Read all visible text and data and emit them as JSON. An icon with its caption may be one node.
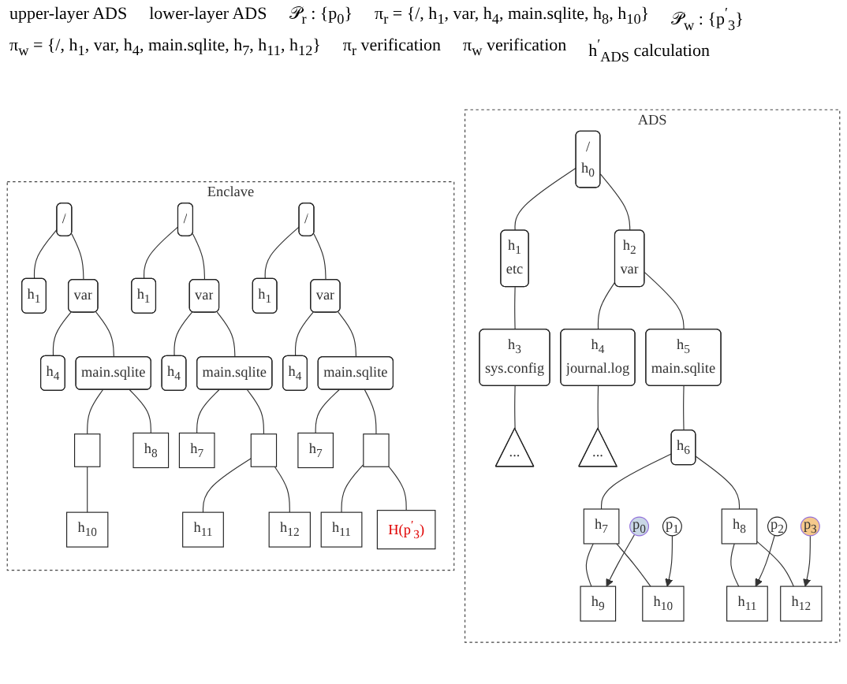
{
  "diagram": {
    "nodes": [
      {
        "text": [
          "ADS"
        ]
      },
      {
        "text": [
          "/",
          "h$_{0}$"
        ],
        "in": 0
      },
      {
        "text": [
          "h$_{1}$",
          "etc"
        ],
        "in": 0
      },
      {
        "text": [
          "h$_{2}$",
          "var"
        ],
        "in": 0
      },
      {
        "text": [
          "h$_{3}$",
          "sys.config"
        ],
        "in": 0
      },
      {
        "text": [
          "h$_{4}$",
          "journal.log"
        ],
        "in": 0
      },
      {
        "text": [
          "h$_{5}$",
          "main.sqlite"
        ],
        "in": 0
      },
      {
        "text": [
          "..."
        ],
        "in": 0
      },
      {
        "text": [
          "..."
        ],
        "in": 0
      },
      {
        "text": [
          "h$_{6}$"
        ],
        "in": 0
      },
      {
        "text": [
          "h$_{7}$"
        ],
        "in": 0
      },
      {
        "text": [
          "h$_{8}$"
        ],
        "in": 0
      },
      {
        "text": [
          "h$_{9}$"
        ],
        "in": 0
      },
      {
        "text": [
          "h$_{10}$"
        ],
        "in": 0
      },
      {
        "text": [
          "h$_{11}$"
        ],
        "in": 0
      },
      {
        "text": [
          "h$_{12}$"
        ],
        "in": 0
      },
      {
        "text": [
          "p$_{0}$"
        ],
        "in": 0
      },
      {
        "text": [
          "p$_{1}$"
        ],
        "in": 0
      },
      {
        "text": [
          "p$_{2}$"
        ],
        "in": 0
      },
      {
        "text": [
          "p$_{3}$"
        ],
        "in": 0
      },
      {
        "text": [
          "Enclave"
        ]
      },
      {
        "text": [
          "/"
        ],
        "in": 20
      },
      {
        "text": [
          "h$_{1}$"
        ],
        "in": 20
      },
      {
        "text": [
          "var"
        ],
        "in": 20
      },
      {
        "text": [
          "h$_{4}$"
        ],
        "in": 20
      },
      {
        "text": [
          "main.sqlite"
        ],
        "in": 20
      },
      {
        "text": [],
        "shape": "box",
        "in": 20
      },
      {
        "text": [
          "h$_{8}$"
        ],
        "in": 20
      },
      {
        "text": [
          "h$_{10}$"
        ],
        "in": 20
      },
      {
        "text": [
          "/"
        ],
        "in": 20
      },
      {
        "text": [
          "h$_{1}$"
        ],
        "in": 20
      },
      {
        "text": [
          "var"
        ],
        "in": 20
      },
      {
        "text": [
          "h$_{4}$"
        ],
        "in": 20
      },
      {
        "text": [
          "main.sqlite"
        ],
        "in": 20
      },
      {
        "text": [
          "h$_{7}$"
        ],
        "in": 20
      },
      {
        "text": [],
        "shape": "box",
        "in": 20
      },
      {
        "text": [
          "h$_{11}$"
        ],
        "in": 20
      },
      {
        "text": [
          "h$_{12}$"
        ],
        "in": 20
      },
      {
        "text": [
          "/"
        ],
        "in": 20
      },
      {
        "text": [
          "h$_{1}$"
        ],
        "in": 20
      },
      {
        "text": [
          "var"
        ],
        "in": 20
      },
      {
        "text": [
          "h$_{4}$"
        ],
        "in": 20
      },
      {
        "text": [
          "main.sqlite"
        ],
        "in": 20
      },
      {
        "text": [
          "h$_{7}$"
        ],
        "in": 20
      },
      {
        "text": [],
        "shape": "box",
        "in": 20
      },
      {
        "text": [
          "h$_{11}$"
        ],
        "in": 20
      },
      {
        "text": [
          "H(p$^{′}$$_{3}$)"
        ],
        "in": 20
      }
    ],
    "edges": [
      {
        "from": 1,
        "to": 2,
        "arrow": "none"
      },
      {
        "from": 1,
        "to": 3,
        "arrow": "none"
      },
      {
        "from": 2,
        "to": 4,
        "arrow": "none"
      },
      {
        "from": 3,
        "to": 5,
        "arrow": "none"
      },
      {
        "from": 3,
        "to": 6,
        "arrow": "none"
      },
      {
        "from": 4,
        "to": 7,
        "arrow": "none"
      },
      {
        "from": 5,
        "to": 8,
        "arrow": "none"
      },
      {
        "from": 6,
        "to": 9,
        "arrow": "none"
      },
      {
        "from": 9,
        "to": 10,
        "arrow": "none"
      },
      {
        "from": 9,
        "to": 11,
        "arrow": "none"
      },
      {
        "from": 10,
        "to": 12,
        "arrow": "none"
      },
      {
        "from": 10,
        "to": 13,
        "arrow": "none"
      },
      {
        "from": 11,
        "to": 14,
        "arrow": "none"
      },
      {
        "from": 11,
        "to": 15,
        "arrow": "none"
      },
      {
        "from": 16,
        "to": 12,
        "arrow": "to"
      },
      {
        "from": 17,
        "to": 13,
        "arrow": "to"
      },
      {
        "from": 18,
        "to": 14,
        "arrow": "to"
      },
      {
        "from": 19,
        "to": 15,
        "arrow": "to"
      },
      {
        "from": 21,
        "to": 22,
        "arrow": "none"
      },
      {
        "from": 21,
        "to": 23,
        "arrow": "none"
      },
      {
        "from": 23,
        "to": 24,
        "arrow": "none"
      },
      {
        "from": 23,
        "to": 25,
        "arrow": "none"
      },
      {
        "from": 25,
        "to": 26,
        "arrow": "none"
      },
      {
        "from": 25,
        "to": 27,
        "arrow": "none"
      },
      {
        "from": 26,
        "to": 28,
        "arrow": "none"
      },
      {
        "from": 29,
        "to": 30,
        "arrow": "none"
      },
      {
        "from": 29,
        "to": 31,
        "arrow": "none"
      },
      {
        "from": 31,
        "to": 32,
        "arrow": "none"
      },
      {
        "from": 31,
        "to": 33,
        "arrow": "none"
      },
      {
        "from": 33,
        "to": 34,
        "arrow": "none"
      },
      {
        "from": 33,
        "to": 35,
        "arrow": "none"
      },
      {
        "from": 35,
        "to": 36,
        "arrow": "none"
      },
      {
        "from": 35,
        "to": 37,
        "arrow": "none"
      },
      {
        "from": 38,
        "to": 39,
        "arrow": "none"
      },
      {
        "from": 38,
        "to": 40,
        "arrow": "none"
      },
      {
        "from": 40,
        "to": 41,
        "arrow": "none"
      },
      {
        "from": 40,
        "to": 42,
        "arrow": "none"
      },
      {
        "from": 42,
        "to": 43,
        "arrow": "none"
      },
      {
        "from": 42,
        "to": 44,
        "arrow": "none"
      },
      {
        "from": 44,
        "to": 45,
        "arrow": "none"
      },
      {
        "from": 44,
        "to": 46,
        "arrow": "none"
      }
    ],
    "labels": [
      "upper-layer ADS",
      "lower-layer ADS",
      "𝒫$_{r}$ : {p$_{0}$}",
      "π$_{r}$ = {/, h$_{1}$, var, h$_{4}$, main.sqlite, h$_{8}$, h$_{10}$}",
      "𝒫$_{w}$ : {p$^{′}$$_{3}$}",
      "π$_{w}$ = {/, h$_{1}$, var, h$_{4}$, main.sqlite, h$_{7}$, h$_{11}$, h$_{12}$}",
      "π$_{r}$ verification",
      "π$_{w}$ verification",
      "h$^{′}$$_{ADS}$ calculation"
    ]
  }
}
